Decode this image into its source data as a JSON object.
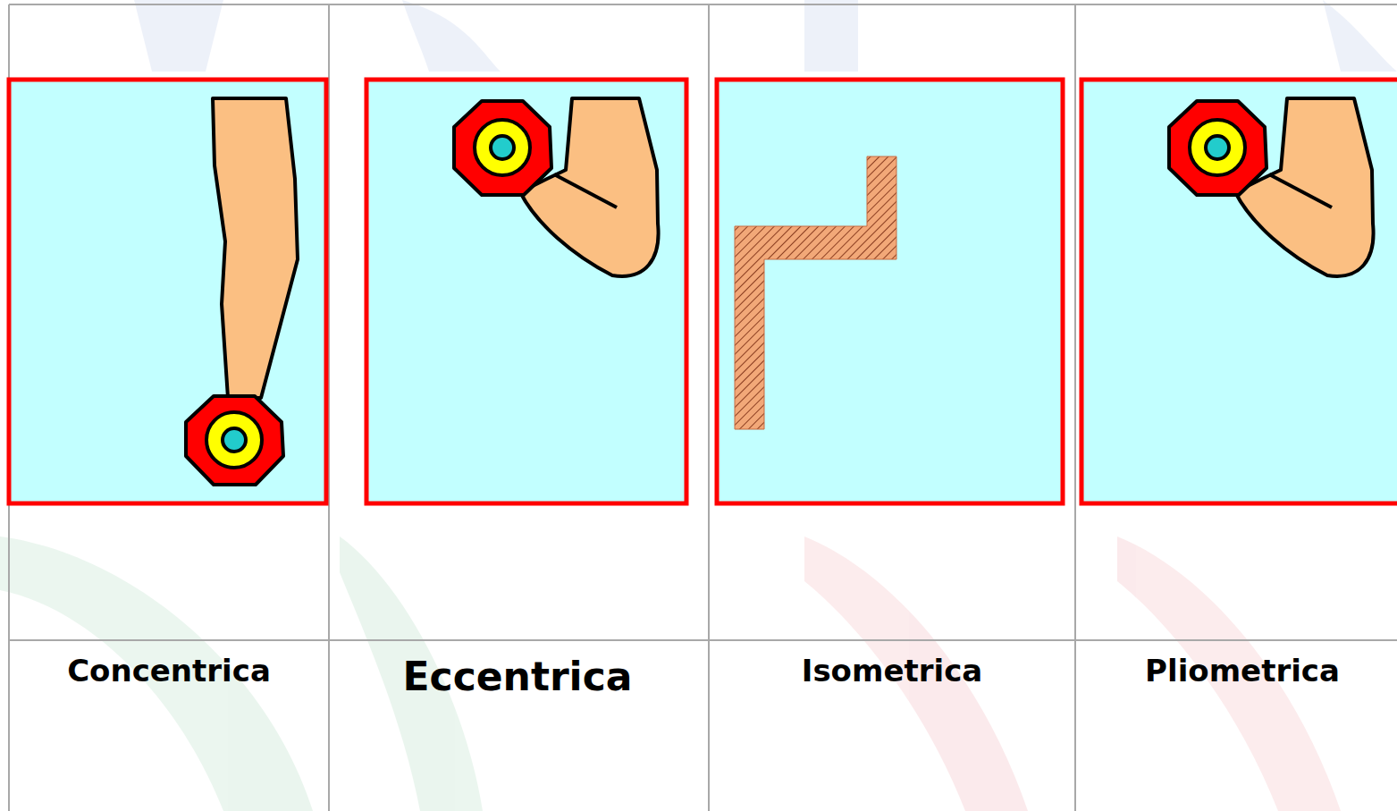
{
  "diagram": {
    "labels": [
      "Concentrica",
      "Eccentrica",
      "Isometrica",
      "Pliometrica"
    ]
  }
}
